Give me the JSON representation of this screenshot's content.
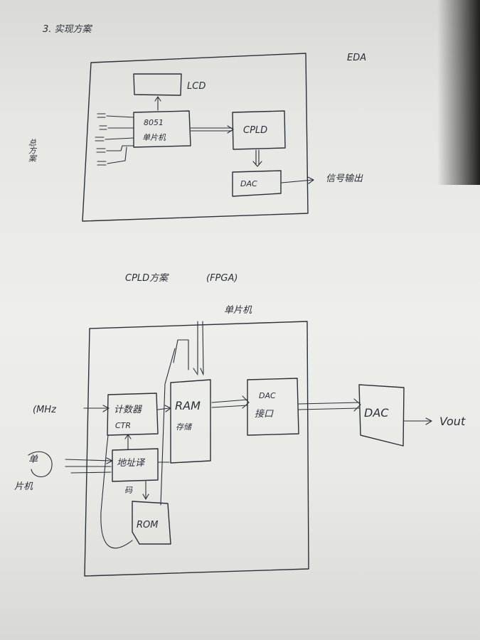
{
  "page": {
    "background": "#ebebe8",
    "ink_color": "#2b2f3a"
  },
  "header": {
    "section_title": "3. 实现方案"
  },
  "scheme1": {
    "side_label": "总方案",
    "corner_label": "EDA",
    "lcd_label": "LCD",
    "mcu_label_line1": "8051",
    "mcu_label_line2": "单片机",
    "cpld_label": "CPLD",
    "dac_label": "DAC",
    "output_label": "信号输出"
  },
  "scheme2": {
    "title": "CPLD方案",
    "title_note": "(FPGA)",
    "top_input_label": "单片机",
    "clock_label": "(MHz",
    "mcu_side_label_line1": "单",
    "mcu_side_label_line2": "片机",
    "counter_label_line1": "计数器",
    "counter_label_line2": "CTR",
    "ram_label": "RAM",
    "ram_sub_label": "存储",
    "addr_label_line1": "地址译",
    "addr_label_line2": "码",
    "rom_label": "ROM",
    "dac_ctrl_label_line1": "DAC",
    "dac_ctrl_label_line2": "接口",
    "dac_label": "DAC",
    "vout_label": "Vout"
  }
}
